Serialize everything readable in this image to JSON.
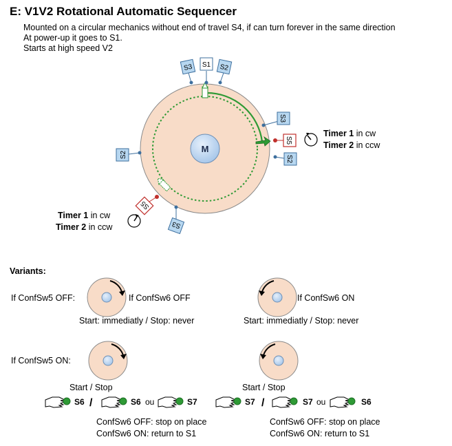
{
  "title": "E: V1V2 Rotational Automatic Sequencer",
  "description": [
    "Mounted on a circular mechanics without end of travel S4, if can turn forever in the same direction",
    "At power-up it goes to S1.",
    "Starts at high speed V2"
  ],
  "main_diagram": {
    "motor_label": "M",
    "sensors_top": [
      "S3",
      "S1",
      "S2"
    ],
    "sensors_right": [
      "S3",
      "S5",
      "S2"
    ],
    "sensor_left": "S2",
    "sensor_bottom_left": "S5",
    "sensor_bottom": "S3",
    "timer_right": {
      "line1_bold": "Timer 1",
      "line1_rest": "in cw",
      "line2_bold": "Timer 2",
      "line2_rest": "in ccw"
    },
    "timer_left": {
      "line1_bold": "Timer 1",
      "line1_rest": "in cw",
      "line2_bold": "Timer 2",
      "line2_rest": "in ccw"
    }
  },
  "variants": {
    "heading": "Variants:",
    "row1_label": "If ConfSw5 OFF:",
    "row2_label": "If ConfSw5 ON:",
    "v1": {
      "side_label": "If ConfSw6 OFF",
      "caption": "Start: immediatly / Stop: never"
    },
    "v2": {
      "side_label": "If ConfSw6 ON",
      "caption": "Start: immediatly / Stop: never"
    },
    "v3": {
      "start_stop": "Start / Stop",
      "btn_a": "S6",
      "slash": "/",
      "btn_b": "S6",
      "ou": "ou",
      "btn_c": "S7",
      "note1": "ConfSw6 OFF: stop on place",
      "note2": "ConfSw6 ON: return to S1"
    },
    "v4": {
      "start_stop": "Start / Stop",
      "btn_a": "S7",
      "slash": "/",
      "btn_b": "S7",
      "ou": "ou",
      "btn_c": "S6",
      "note1": "ConfSw6 OFF: stop on place",
      "note2": "ConfSw6 ON: return to S1"
    }
  },
  "colors": {
    "disk_fill": "#f8dcc8",
    "sensor_fill": "#b7d7f0",
    "sensor_stroke": "#3d6f9e",
    "green": "#2e9a35",
    "red": "#c0302c",
    "motor_fill": "#c4dcf4"
  }
}
